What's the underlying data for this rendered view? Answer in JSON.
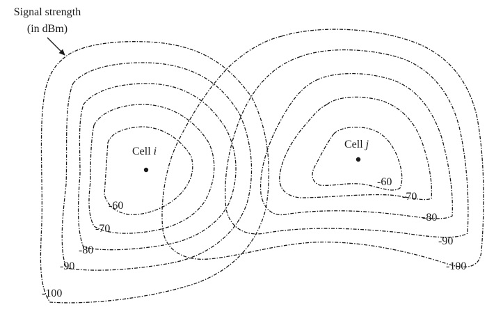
{
  "caption": {
    "line1": "Signal strength",
    "line2": "(in dBm)"
  },
  "cells": {
    "i": {
      "label": "Cell ",
      "letter": "i"
    },
    "j": {
      "label": "Cell ",
      "letter": "j"
    }
  },
  "cell_i_levels": [
    "-60",
    "-70",
    "-80",
    "-90",
    "-100"
  ],
  "cell_j_levels": [
    "-60",
    "-70",
    "-80",
    "-90",
    "-100"
  ],
  "colors": {
    "ink": "#1a1a1a",
    "background": "#ffffff"
  }
}
